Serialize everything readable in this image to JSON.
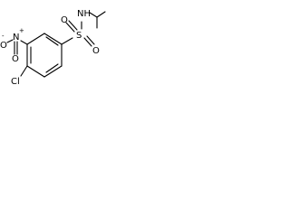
{
  "molecule": {
    "atoms": {
      "nh": "NH",
      "s": "S",
      "o_top": "O",
      "o_bottom": "O",
      "n_nitro": "N",
      "o_nitro_left": "O",
      "o_nitro_down": "O",
      "cl": "Cl",
      "plus": "+",
      "minus": "-"
    }
  }
}
